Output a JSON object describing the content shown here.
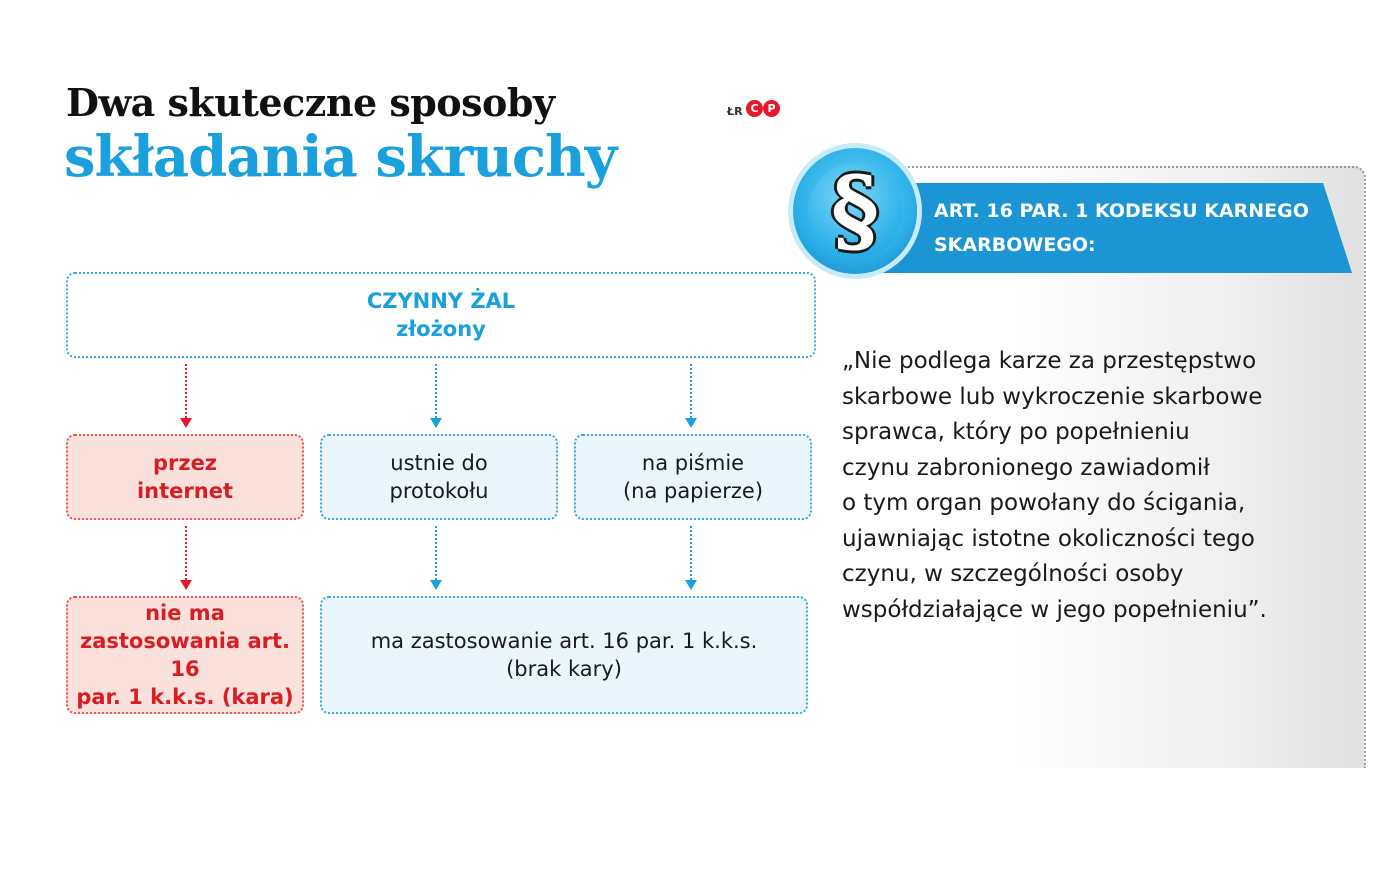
{
  "header": {
    "title_line1": "Dwa skuteczne sposoby",
    "title_line2": "składania skruchy",
    "author": "ŁR",
    "logo_letters": [
      "C",
      "P"
    ],
    "title_color": "#1aa0dc"
  },
  "flow": {
    "top": {
      "line1": "CZYNNY ŻAL",
      "line2": "złożony"
    },
    "methods": [
      {
        "line1": "przez",
        "line2": "internet",
        "style": "red"
      },
      {
        "line1": "ustnie do",
        "line2": "protokołu",
        "style": "blue"
      },
      {
        "line1": "na piśmie",
        "line2": "(na papierze)",
        "style": "blue"
      }
    ],
    "outcomes": [
      {
        "lines": [
          "nie ma",
          "zastosowania art. 16",
          "par. 1 k.k.s. (kara)"
        ],
        "style": "red"
      },
      {
        "lines": [
          "ma zastosowanie art. 16 par. 1 k.k.s.",
          "(brak kary)"
        ],
        "style": "blue"
      }
    ],
    "colors": {
      "red": "#e4192b",
      "blue": "#1aa0dc"
    }
  },
  "panel": {
    "icon": "section-sign-icon",
    "symbol": "§",
    "heading_lines": [
      "ART. 16 PAR. 1 KODEKSU KARNEGO",
      "SKARBOWEGO:"
    ],
    "quote_lines": [
      "„Nie podlega karze za przestępstwo",
      "skarbowe lub wykroczenie skarbowe",
      "sprawca, który po popełnieniu",
      "czynu zabronionego zawiadomił",
      "o tym organ powołany do ścigania,",
      "ujawniając istotne okoliczności tego",
      "czynu, w szczególności osoby",
      "współdziałające w jego popełnieniu”."
    ],
    "banner_color": "#1b95d4"
  }
}
